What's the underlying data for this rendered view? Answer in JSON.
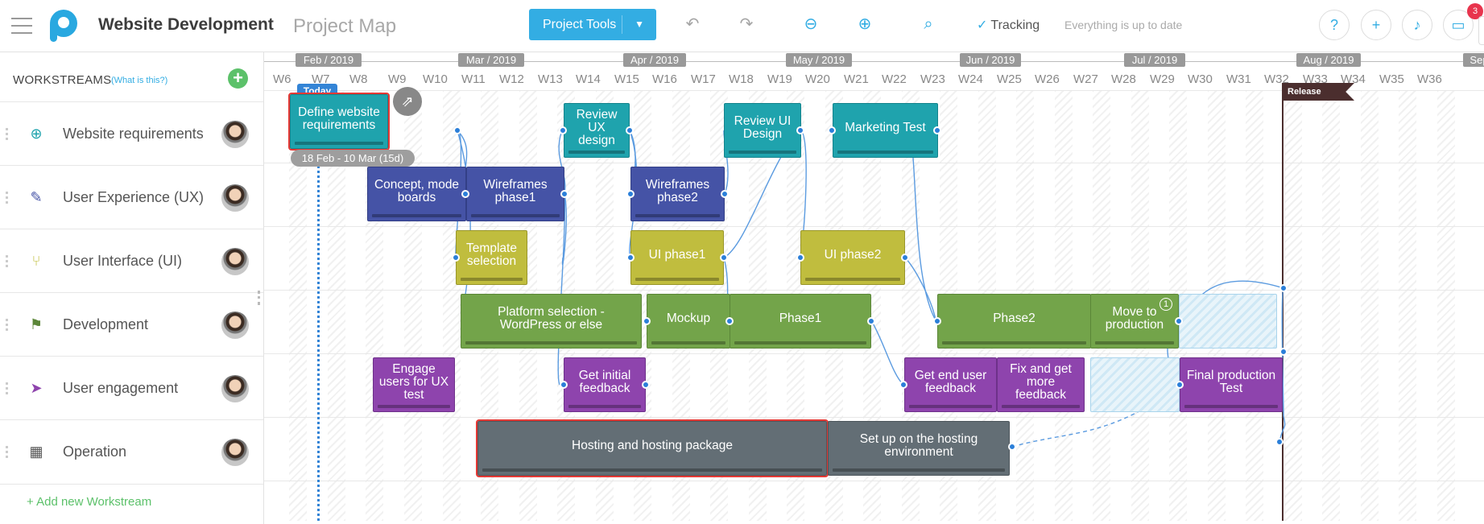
{
  "header": {
    "project_name": "Website Development",
    "view_name": "Project Map",
    "tools_label": "Project Tools",
    "tracking_label": "Tracking",
    "status_text": "Everything is up to date",
    "notification_count": "3"
  },
  "left_panel": {
    "heading": "WORKSTREAMS",
    "help_link": "(What is this?)",
    "add_label": "+ Add new Workstream",
    "workstreams": [
      {
        "label": "Website requirements",
        "icon": "globe-icon",
        "color": "#1fa3ad"
      },
      {
        "label": "User Experience (UX)",
        "icon": "wand-icon",
        "color": "#4553a6"
      },
      {
        "label": "User Interface (UI)",
        "icon": "branch-icon",
        "color": "#c0bd3e"
      },
      {
        "label": "Development",
        "icon": "flag-icon",
        "color": "#73a44a"
      },
      {
        "label": "User engagement",
        "icon": "paper-plane-icon",
        "color": "#8e44ad"
      },
      {
        "label": "Operation",
        "icon": "calendar-icon",
        "color": "#636e75"
      }
    ]
  },
  "timeline": {
    "months": [
      "Feb / 2019",
      "Mar / 2019",
      "Apr / 2019",
      "May / 2019",
      "Jun / 2019",
      "Jul / 2019",
      "Aug / 2019",
      "Sep"
    ],
    "weeks": [
      "W6",
      "W7",
      "W8",
      "W9",
      "W10",
      "W11",
      "W12",
      "W13",
      "W14",
      "W15",
      "W16",
      "W17",
      "W18",
      "W19",
      "W20",
      "W21",
      "W22",
      "W23",
      "W24",
      "W25",
      "W26",
      "W27",
      "W28",
      "W29",
      "W30",
      "W31",
      "W32",
      "W33",
      "W34",
      "W35",
      "W36"
    ],
    "today_label": "Today",
    "release_label": "Release",
    "selected_tooltip": "18 Feb - 10 Mar (15d)",
    "tasks": {
      "define_req": "Define website requirements",
      "review_ux": "Review UX design",
      "review_ui": "Review UI Design",
      "marketing_test": "Marketing Test",
      "concept": "Concept, mode boards",
      "wire1": "Wireframes phase1",
      "wire2": "Wireframes phase2",
      "template": "Template selection",
      "ui1": "UI phase1",
      "ui2": "UI phase2",
      "platform": "Platform selection - WordPress or else",
      "mockup": "Mockup",
      "phase1": "Phase1",
      "phase2": "Phase2",
      "move_prod": "Move to production",
      "move_prod_pin": "1",
      "engage": "Engage users for UX test",
      "initial_fb": "Get initial feedback",
      "end_user_fb": "Get end user feedback",
      "more_fb": "Fix and get more feedback",
      "final_test": "Final production Test",
      "hosting": "Hosting and hosting package",
      "setup_hosting": "Set up on the hosting environment"
    }
  }
}
